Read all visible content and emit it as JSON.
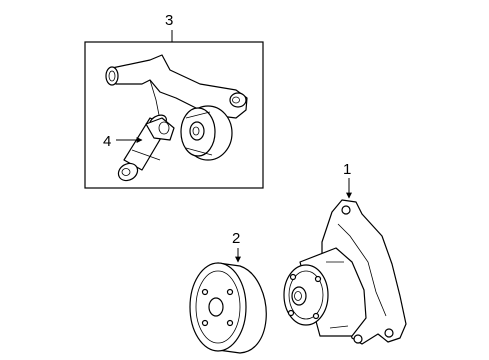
{
  "callouts": {
    "water_pump": "1",
    "pulley": "2",
    "tensioner_assembly": "3",
    "tensioner_damper": "4"
  }
}
